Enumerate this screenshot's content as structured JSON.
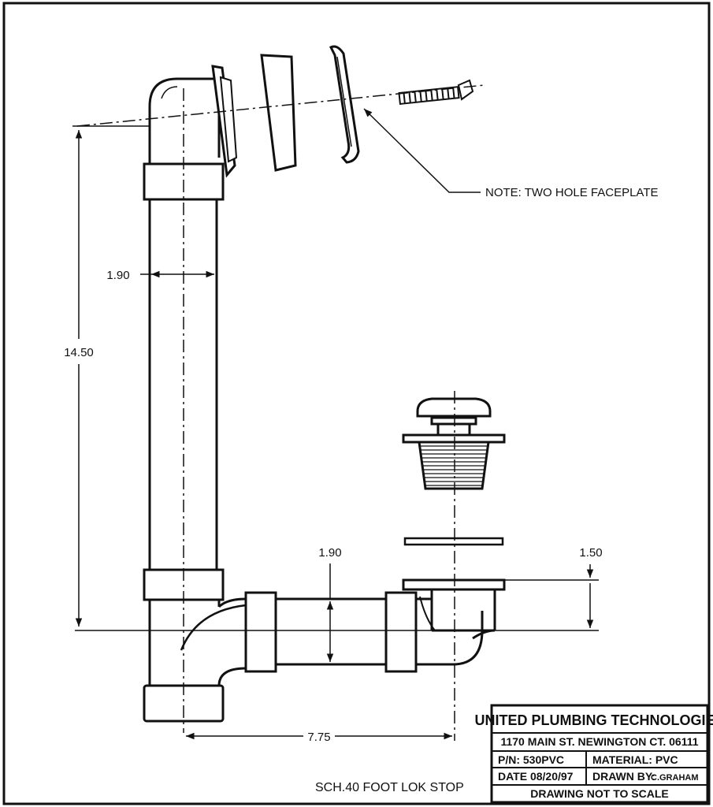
{
  "drawing": {
    "note": "NOTE: TWO HOLE FACEPLATE",
    "caption": "SCH.40 FOOT LOK STOP",
    "dimensions": {
      "overall_height": "14.50",
      "vertical_pipe_dia": "1.90",
      "horizontal_pipe_dia": "1.90",
      "drain_height": "1.50",
      "overall_width": "7.75"
    }
  },
  "title_block": {
    "company": "UNITED PLUMBING TECHNOLOGIES",
    "address": "1170 MAIN ST. NEWINGTON CT. 06111",
    "part_number": "P/N: 530PVC",
    "material": "MATERIAL: PVC",
    "date": "DATE 08/20/97",
    "drawn_by_label": "DRAWN BY:",
    "drawn_by_name": "C.GRAHAM",
    "scale_note": "DRAWING NOT TO SCALE"
  }
}
